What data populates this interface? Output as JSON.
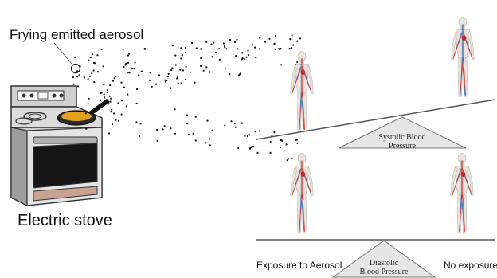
{
  "labels": {
    "aerosol": "Frying emitted aerosol",
    "stove": "Electric stove",
    "exposure": "Exposure to Aerosol",
    "no_exposure": "No exposure"
  },
  "balances": {
    "systolic": {
      "line1": "Systolic Blood",
      "line2": "Pressure"
    },
    "diastolic": {
      "line1": "Diastolic",
      "line2": "Blood Pressure"
    }
  },
  "colors": {
    "artery": "#d8382e",
    "vein": "#3a6fb8",
    "skin": "#e9e3dc",
    "stove_body": "#c9c9c9",
    "oil": "#e0a21a",
    "triangle": "#e6e6e6"
  }
}
